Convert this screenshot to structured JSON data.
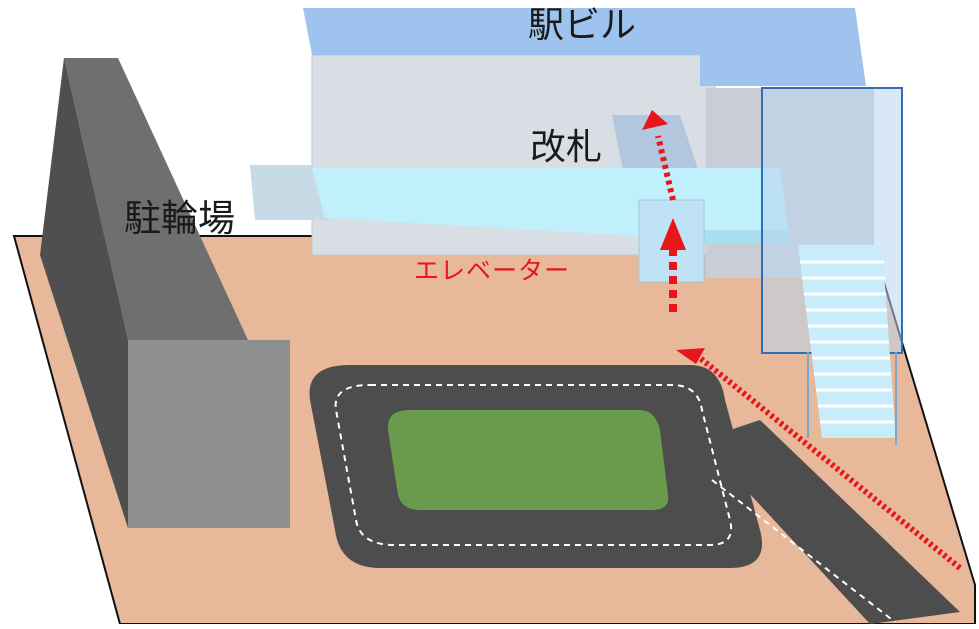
{
  "labels": {
    "station_building": "駅ビル",
    "ticket_gate": "改札",
    "bicycle_parking": "駐輪場",
    "elevator": "エレベーター"
  },
  "colors": {
    "ground": "#e8b89b",
    "station_roof": "#9dc3ee",
    "station_wall": "#d9dde4",
    "walkway": "#bff0fb",
    "bike_parking_top": "#6f6f6f",
    "bike_parking_front": "#8f8f8f",
    "road": "#4d4d4d",
    "grass": "#6a9a4c",
    "stairs": "#c9ecfa",
    "route_arrow": "#e8151b"
  },
  "icons": [
    "route-arrow-icon",
    "elevator-arrow-icon"
  ]
}
